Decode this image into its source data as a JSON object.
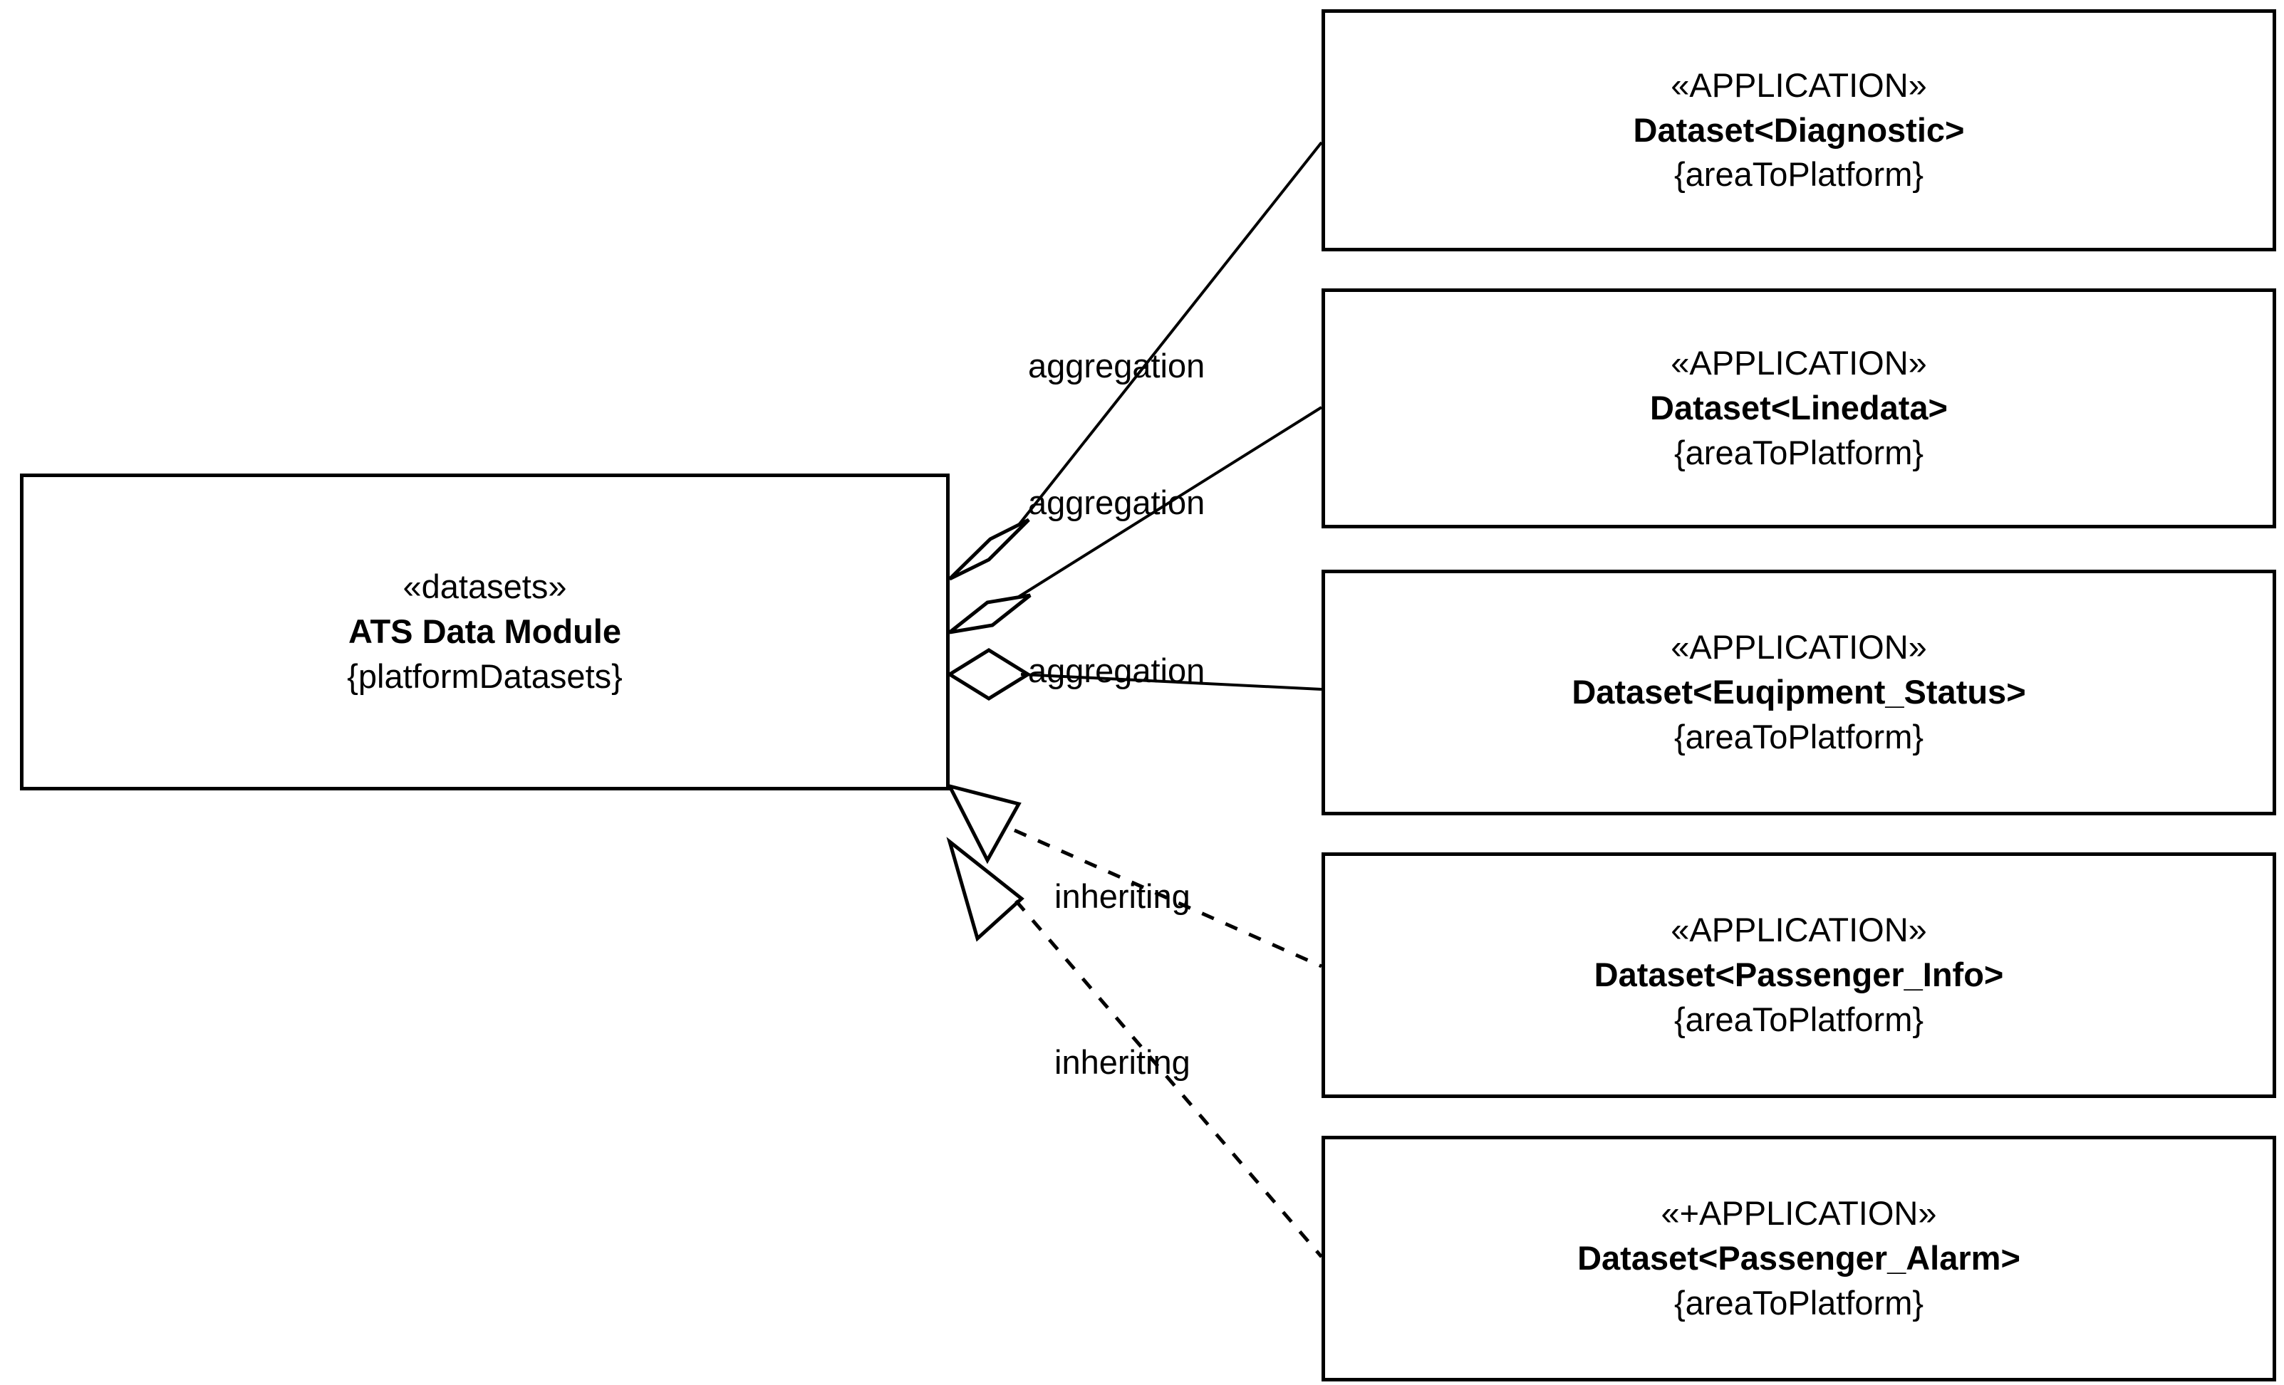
{
  "diagram": {
    "title": "ATS Data Module dataset relationships",
    "type": "uml-class-diagram",
    "background_color": "#ffffff",
    "line_color": "#000000"
  },
  "main_class": {
    "stereotype": "«datasets»",
    "name": "ATS Data Module",
    "tagged_value": "{platformDatasets}"
  },
  "classes": [
    {
      "stereotype": "«APPLICATION»",
      "name": "Dataset<Diagnostic>",
      "tagged_value": "{areaToPlatform}"
    },
    {
      "stereotype": "«APPLICATION»",
      "name": "Dataset<Linedata>",
      "tagged_value": "{areaToPlatform}"
    },
    {
      "stereotype": "«APPLICATION»",
      "name": "Dataset<Euqipment_Status>",
      "tagged_value": "{areaToPlatform}"
    },
    {
      "stereotype": "«APPLICATION»",
      "name": "Dataset<Passenger_Info>",
      "tagged_value": "{areaToPlatform}"
    },
    {
      "stereotype": "«+APPLICATION»",
      "name": "Dataset<Passenger_Alarm>",
      "tagged_value": "{areaToPlatform}"
    }
  ],
  "relationships": [
    {
      "label": "aggregation",
      "kind": "aggregation",
      "style": "solid",
      "target": "Dataset<Diagnostic>"
    },
    {
      "label": "aggregation",
      "kind": "aggregation",
      "style": "solid",
      "target": "Dataset<Linedata>"
    },
    {
      "label": "aggregation",
      "kind": "aggregation",
      "style": "solid",
      "target": "Dataset<Euqipment_Status>"
    },
    {
      "label": "inheriting",
      "kind": "generalization",
      "style": "dashed",
      "target": "Dataset<Passenger_Info>"
    },
    {
      "label": "inheriting",
      "kind": "generalization",
      "style": "dashed",
      "target": "Dataset<Passenger_Alarm>"
    }
  ]
}
